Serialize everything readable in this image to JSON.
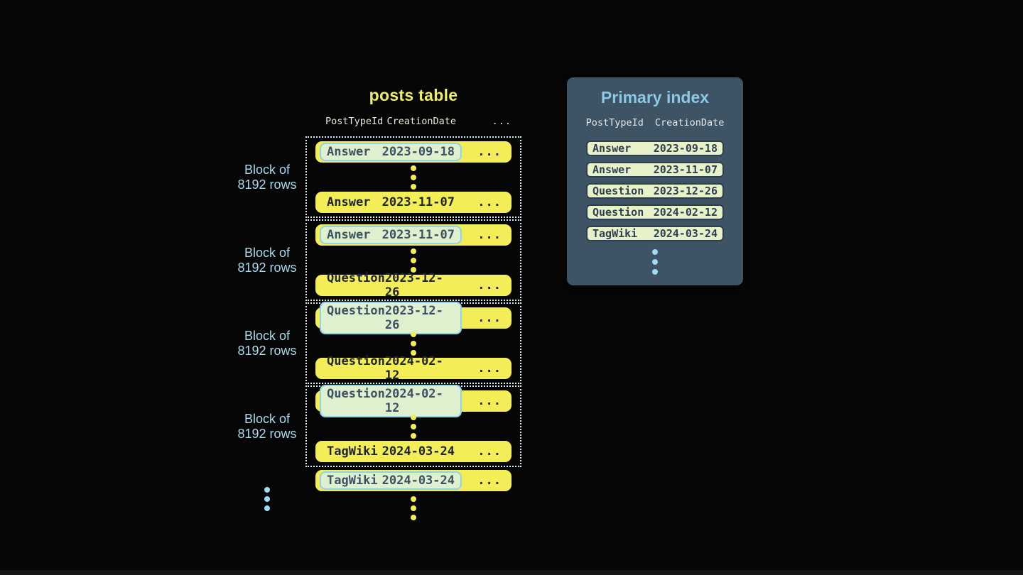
{
  "posts_table": {
    "title": "posts table",
    "columns": [
      "PostTypeId",
      "CreationDate",
      "..."
    ],
    "block_label_line1": "Block of",
    "block_label_line2": "8192 rows",
    "row_ellipsis": "...",
    "blocks": [
      {
        "first": {
          "type": "Answer",
          "date": "2023-09-18"
        },
        "last": {
          "type": "Answer",
          "date": "2023-11-07"
        }
      },
      {
        "first": {
          "type": "Answer",
          "date": "2023-11-07"
        },
        "last": {
          "type": "Question",
          "date": "2023-12-26"
        }
      },
      {
        "first": {
          "type": "Question",
          "date": "2023-12-26"
        },
        "last": {
          "type": "Question",
          "date": "2024-02-12"
        }
      },
      {
        "first": {
          "type": "Question",
          "date": "2024-02-12"
        },
        "last": {
          "type": "TagWiki",
          "date": "2024-03-24"
        }
      }
    ],
    "overflow_row": {
      "type": "TagWiki",
      "date": "2024-03-24"
    }
  },
  "primary_index": {
    "title": "Primary index",
    "columns": [
      "PostTypeId",
      "CreationDate"
    ],
    "rows": [
      {
        "type": "Answer",
        "date": "2023-09-18"
      },
      {
        "type": "Answer",
        "date": "2023-11-07"
      },
      {
        "type": "Question",
        "date": "2023-12-26"
      },
      {
        "type": "Question",
        "date": "2024-02-12"
      },
      {
        "type": "TagWiki",
        "date": "2024-03-24"
      }
    ]
  },
  "colors": {
    "background": "#060606",
    "row_yellow": "#f3ed57",
    "posts_title_yellow": "#f0ed68",
    "highlight_bg": "#dff0cf",
    "highlight_border": "#8fd3e8",
    "highlight_text": "#3c5164",
    "row_text": "#20262e",
    "block_dotted_border": "#d8eef7",
    "side_label_blue": "#a6d9ec",
    "panel_bg": "#3e5363",
    "panel_title_blue": "#89c9e6",
    "index_row_bg": "#e8f2c9",
    "index_row_border": "#2b3d4e",
    "index_row_text": "#2e4154",
    "ellipsis_dot_blue": "#9fdcf2"
  }
}
